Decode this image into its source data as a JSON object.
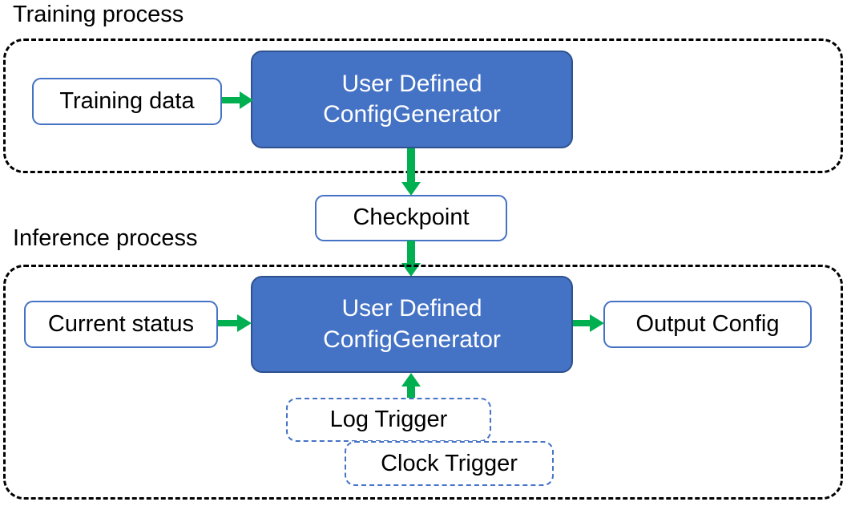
{
  "diagram": {
    "title_training": "Training process",
    "title_inference": "Inference process",
    "colors": {
      "node_fill": "#4472C4",
      "node_border": "#2F528F",
      "plain_border": "#4472C4",
      "arrow": "#00B050",
      "container_border": "#000000",
      "text_on_fill": "#FFFFFF",
      "text": "#000000",
      "background": "#FFFFFF"
    }
  },
  "training": {
    "caption": "Training process",
    "input_box": "Training data",
    "generator_line1": "User Defined",
    "generator_line2": "ConfigGenerator"
  },
  "checkpoint": {
    "label": "Checkpoint"
  },
  "inference": {
    "caption": "Inference process",
    "input_box": "Current status",
    "generator_line1": "User Defined",
    "generator_line2": "ConfigGenerator",
    "output_box": "Output Config",
    "triggers": [
      {
        "label": "Log Trigger"
      },
      {
        "label": "Clock Trigger"
      }
    ]
  },
  "arrows": [
    {
      "name": "training-data-to-generator",
      "from": "Training data",
      "to": "User Defined ConfigGenerator",
      "direction": "right"
    },
    {
      "name": "generator-to-checkpoint",
      "from": "User Defined ConfigGenerator",
      "to": "Checkpoint",
      "direction": "down"
    },
    {
      "name": "checkpoint-to-inference-generator",
      "from": "Checkpoint",
      "to": "User Defined ConfigGenerator",
      "direction": "down"
    },
    {
      "name": "current-status-to-generator",
      "from": "Current status",
      "to": "User Defined ConfigGenerator",
      "direction": "right"
    },
    {
      "name": "generator-to-output-config",
      "from": "User Defined ConfigGenerator",
      "to": "Output Config",
      "direction": "right"
    },
    {
      "name": "triggers-to-generator",
      "from": "Log Trigger / Clock Trigger",
      "to": "User Defined ConfigGenerator",
      "direction": "up"
    }
  ]
}
